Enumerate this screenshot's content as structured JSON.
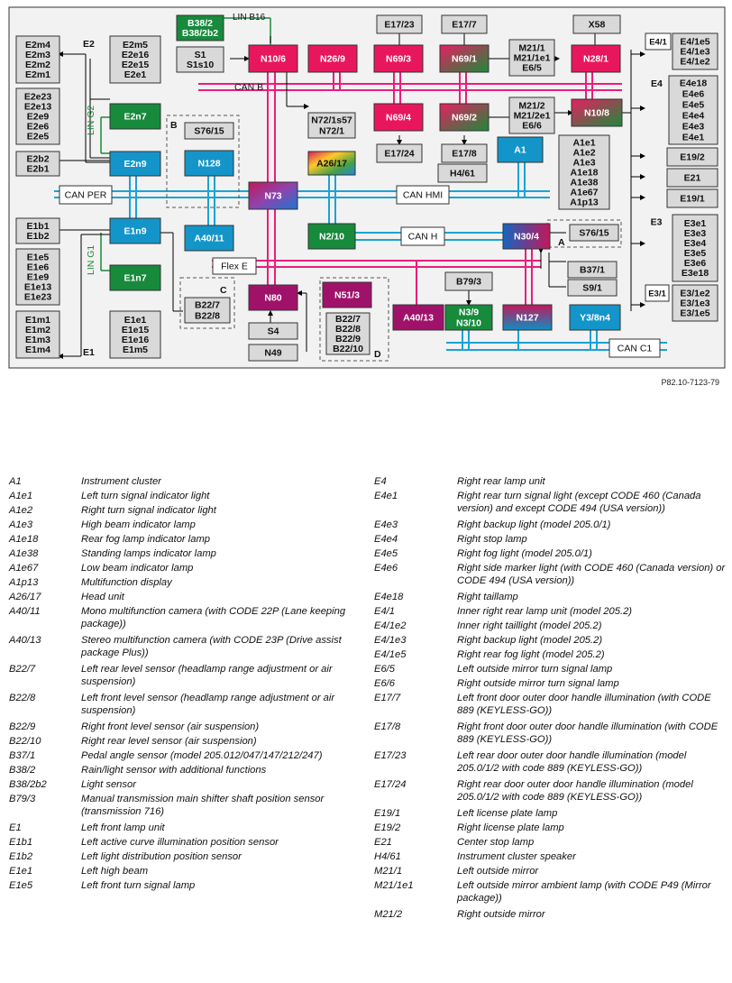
{
  "diagram": {
    "reference_code": "P82.10-7123-79",
    "boxes": {
      "E2_block": [
        "E2m4",
        "E2m3",
        "E2m2",
        "E2m1"
      ],
      "E2_label": "E2",
      "E2_right": [
        "E2m5",
        "E2e16",
        "E2e15",
        "E2e1"
      ],
      "E2_lower": [
        "E2e23",
        "E2e13",
        "E2e9",
        "E2e6",
        "E2e5"
      ],
      "E2_bottom": [
        "E2b2",
        "E2b1"
      ],
      "E1_top": [
        "E1b1",
        "E1b2"
      ],
      "E1_mid": [
        "E1e5",
        "E1e6",
        "E1e9",
        "E1e13",
        "E1e23"
      ],
      "E1_bottom_left": [
        "E1m1",
        "E1m2",
        "E1m3",
        "E1m4"
      ],
      "E1_label": "E1",
      "E1_bottom_right": [
        "E1e1",
        "E1e15",
        "E1e16",
        "E1m5"
      ],
      "B38": [
        "B38/2",
        "B38/2b2"
      ],
      "lin_b16": "LIN B16",
      "S1": [
        "S1",
        "S1s10"
      ],
      "N10_6": "N10/6",
      "N26_9": "N26/9",
      "E17_23": "E17/23",
      "N69_3": "N69/3",
      "E17_7": "E17/7",
      "N69_1": "N69/1",
      "M21_1": [
        "M21/1",
        "M21/1e1",
        "E6/5"
      ],
      "X58": "X58",
      "N28_1": "N28/1",
      "E4_1": "E4/1",
      "E4_1_list": [
        "E4/1e5",
        "E4/1e3",
        "E4/1e2"
      ],
      "E4_label": "E4",
      "E4_list": [
        "E4e18",
        "E4e6",
        "E4e5",
        "E4e4",
        "E4e3",
        "E4e1"
      ],
      "can_b": "CAN B",
      "N72": [
        "N72/1s57",
        "N72/1"
      ],
      "N69_4": "N69/4",
      "N69_2": "N69/2",
      "M21_2": [
        "M21/2",
        "M21/2e1",
        "E6/6"
      ],
      "N10_8": "N10/8",
      "B_label": "B",
      "S76_15": "S76/15",
      "N128": "N128",
      "A26_17": "A26/17",
      "E17_24": "E17/24",
      "E17_8": "E17/8",
      "A1": "A1",
      "A1_list": [
        "A1e1",
        "A1e2",
        "A1e3",
        "A1e18",
        "A1e38",
        "A1e67",
        "A1p13"
      ],
      "H4_61": "H4/61",
      "E19_2": "E19/2",
      "E21": "E21",
      "E19_1": "E19/1",
      "E2n7": "E2n7",
      "E2n9": "E2n9",
      "lin_g2": "LIN G2",
      "can_per": "CAN PER",
      "N73": "N73",
      "can_hmi": "CAN HMI",
      "E1n9": "E1n9",
      "A40_11": "A40/11",
      "N2_10": "N2/10",
      "can_h": "CAN H",
      "N30_4": "N30/4",
      "S76_15_A": "S76/15",
      "A_label": "A",
      "E3_label": "E3",
      "E3_list": [
        "E3e1",
        "E3e3",
        "E3e4",
        "E3e5",
        "E3e6",
        "E3e18"
      ],
      "flex_e": "Flex E",
      "lin_g1": "LIN G1",
      "E1n7": "E1n7",
      "C_label": "C",
      "B22_C": [
        "B22/7",
        "B22/8"
      ],
      "N80": "N80",
      "S4": "S4",
      "N49": "N49",
      "N51_3": "N51/3",
      "B22_D": [
        "B22/7",
        "B22/8",
        "B22/9",
        "B22/10"
      ],
      "D_label": "D",
      "A40_13": "A40/13",
      "B79_3": "B79/3",
      "N3": [
        "N3/9",
        "N3/10"
      ],
      "N127": "N127",
      "B37_1": "B37/1",
      "S9_1": "S9/1",
      "Y3_8n4": "Y3/8n4",
      "E3_1": "E3/1",
      "E3_1_list": [
        "E3/1e2",
        "E3/1e3",
        "E3/1e5"
      ],
      "can_c1": "CAN C1"
    }
  },
  "legend": {
    "left": [
      {
        "k": "A1",
        "v": "Instrument cluster"
      },
      {
        "k": "A1e1",
        "v": "Left turn signal indicator light"
      },
      {
        "k": "A1e2",
        "v": "Right turn signal indicator light"
      },
      {
        "k": "A1e3",
        "v": "High beam indicator lamp"
      },
      {
        "k": "A1e18",
        "v": "Rear fog lamp indicator lamp"
      },
      {
        "k": "A1e38",
        "v": "Standing lamps indicator lamp"
      },
      {
        "k": "A1e67",
        "v": "Low beam indicator lamp"
      },
      {
        "k": "A1p13",
        "v": "Multifunction display"
      },
      {
        "k": "A26/17",
        "v": "Head unit"
      },
      {
        "k": "A40/11",
        "v": "Mono multifunction camera (with CODE 22P (Lane keeping package))"
      },
      {
        "k": "A40/13",
        "v": "Stereo multifunction camera (with CODE 23P (Drive assist package Plus))"
      },
      {
        "k": "B22/7",
        "v": "Left rear level sensor (headlamp range adjustment or air suspension)"
      },
      {
        "k": "B22/8",
        "v": "Left front level sensor (headlamp range adjustment or air suspension)"
      },
      {
        "k": "B22/9",
        "v": "Right front level sensor (air suspension)"
      },
      {
        "k": "B22/10",
        "v": "Right rear level sensor (air suspension)"
      },
      {
        "k": "B37/1",
        "v": "Pedal angle sensor (model 205.012/047/147/212/247)"
      },
      {
        "k": "B38/2",
        "v": "Rain/light sensor with additional functions"
      },
      {
        "k": "B38/2b2",
        "v": "Light sensor"
      },
      {
        "k": "B79/3",
        "v": "Manual transmission main shifter shaft position sensor (transmission 716)"
      },
      {
        "k": "E1",
        "v": "Left front lamp unit"
      },
      {
        "k": "E1b1",
        "v": "Left active curve illumination position sensor"
      },
      {
        "k": "E1b2",
        "v": "Left light distribution position sensor"
      },
      {
        "k": "E1e1",
        "v": "Left high beam"
      },
      {
        "k": "E1e5",
        "v": "Left front turn signal lamp"
      }
    ],
    "right": [
      {
        "k": "E4",
        "v": "Right rear lamp unit"
      },
      {
        "k": "E4e1",
        "v": "Right rear turn signal light (except CODE 460 (Canada version) and except CODE 494 (USA version))"
      },
      {
        "k": "E4e3",
        "v": "Right backup light (model 205.0/1)"
      },
      {
        "k": "E4e4",
        "v": "Right stop lamp"
      },
      {
        "k": "E4e5",
        "v": "Right fog light (model 205.0/1)"
      },
      {
        "k": "E4e6",
        "v": "Right side marker light (with CODE 460 (Canada version) or CODE 494 (USA version))"
      },
      {
        "k": "E4e18",
        "v": "Right taillamp"
      },
      {
        "k": "E4/1",
        "v": "Inner right rear lamp unit (model 205.2)"
      },
      {
        "k": "E4/1e2",
        "v": "Inner right taillight (model 205.2)"
      },
      {
        "k": "E4/1e3",
        "v": "Right backup light (model 205.2)"
      },
      {
        "k": "E4/1e5",
        "v": "Right rear fog light (model 205.2)"
      },
      {
        "k": "E6/5",
        "v": "Left outside mirror turn signal lamp"
      },
      {
        "k": "E6/6",
        "v": "Right outside mirror turn signal lamp"
      },
      {
        "k": "E17/7",
        "v": "Left front door outer door handle illumination (with CODE 889 (KEYLESS-GO))"
      },
      {
        "k": "E17/8",
        "v": "Right front door outer door handle illumination (with CODE 889 (KEYLESS-GO))"
      },
      {
        "k": "E17/23",
        "v": "Left rear door outer door handle illumination (model 205.0/1/2 with code 889 (KEYLESS-GO))"
      },
      {
        "k": "E17/24",
        "v": "Right rear door outer door handle illumination (model 205.0/1/2 with code 889 (KEYLESS-GO))"
      },
      {
        "k": "E19/1",
        "v": "Left license plate lamp"
      },
      {
        "k": "E19/2",
        "v": "Right license plate lamp"
      },
      {
        "k": "E21",
        "v": "Center stop lamp"
      },
      {
        "k": "H4/61",
        "v": "Instrument cluster speaker"
      },
      {
        "k": "M21/1",
        "v": "Left outside mirror"
      },
      {
        "k": "M21/1e1",
        "v": "Left outside mirror ambient lamp (with CODE P49 (Mirror package))"
      },
      {
        "k": "M21/2",
        "v": "Right outside mirror"
      }
    ]
  }
}
